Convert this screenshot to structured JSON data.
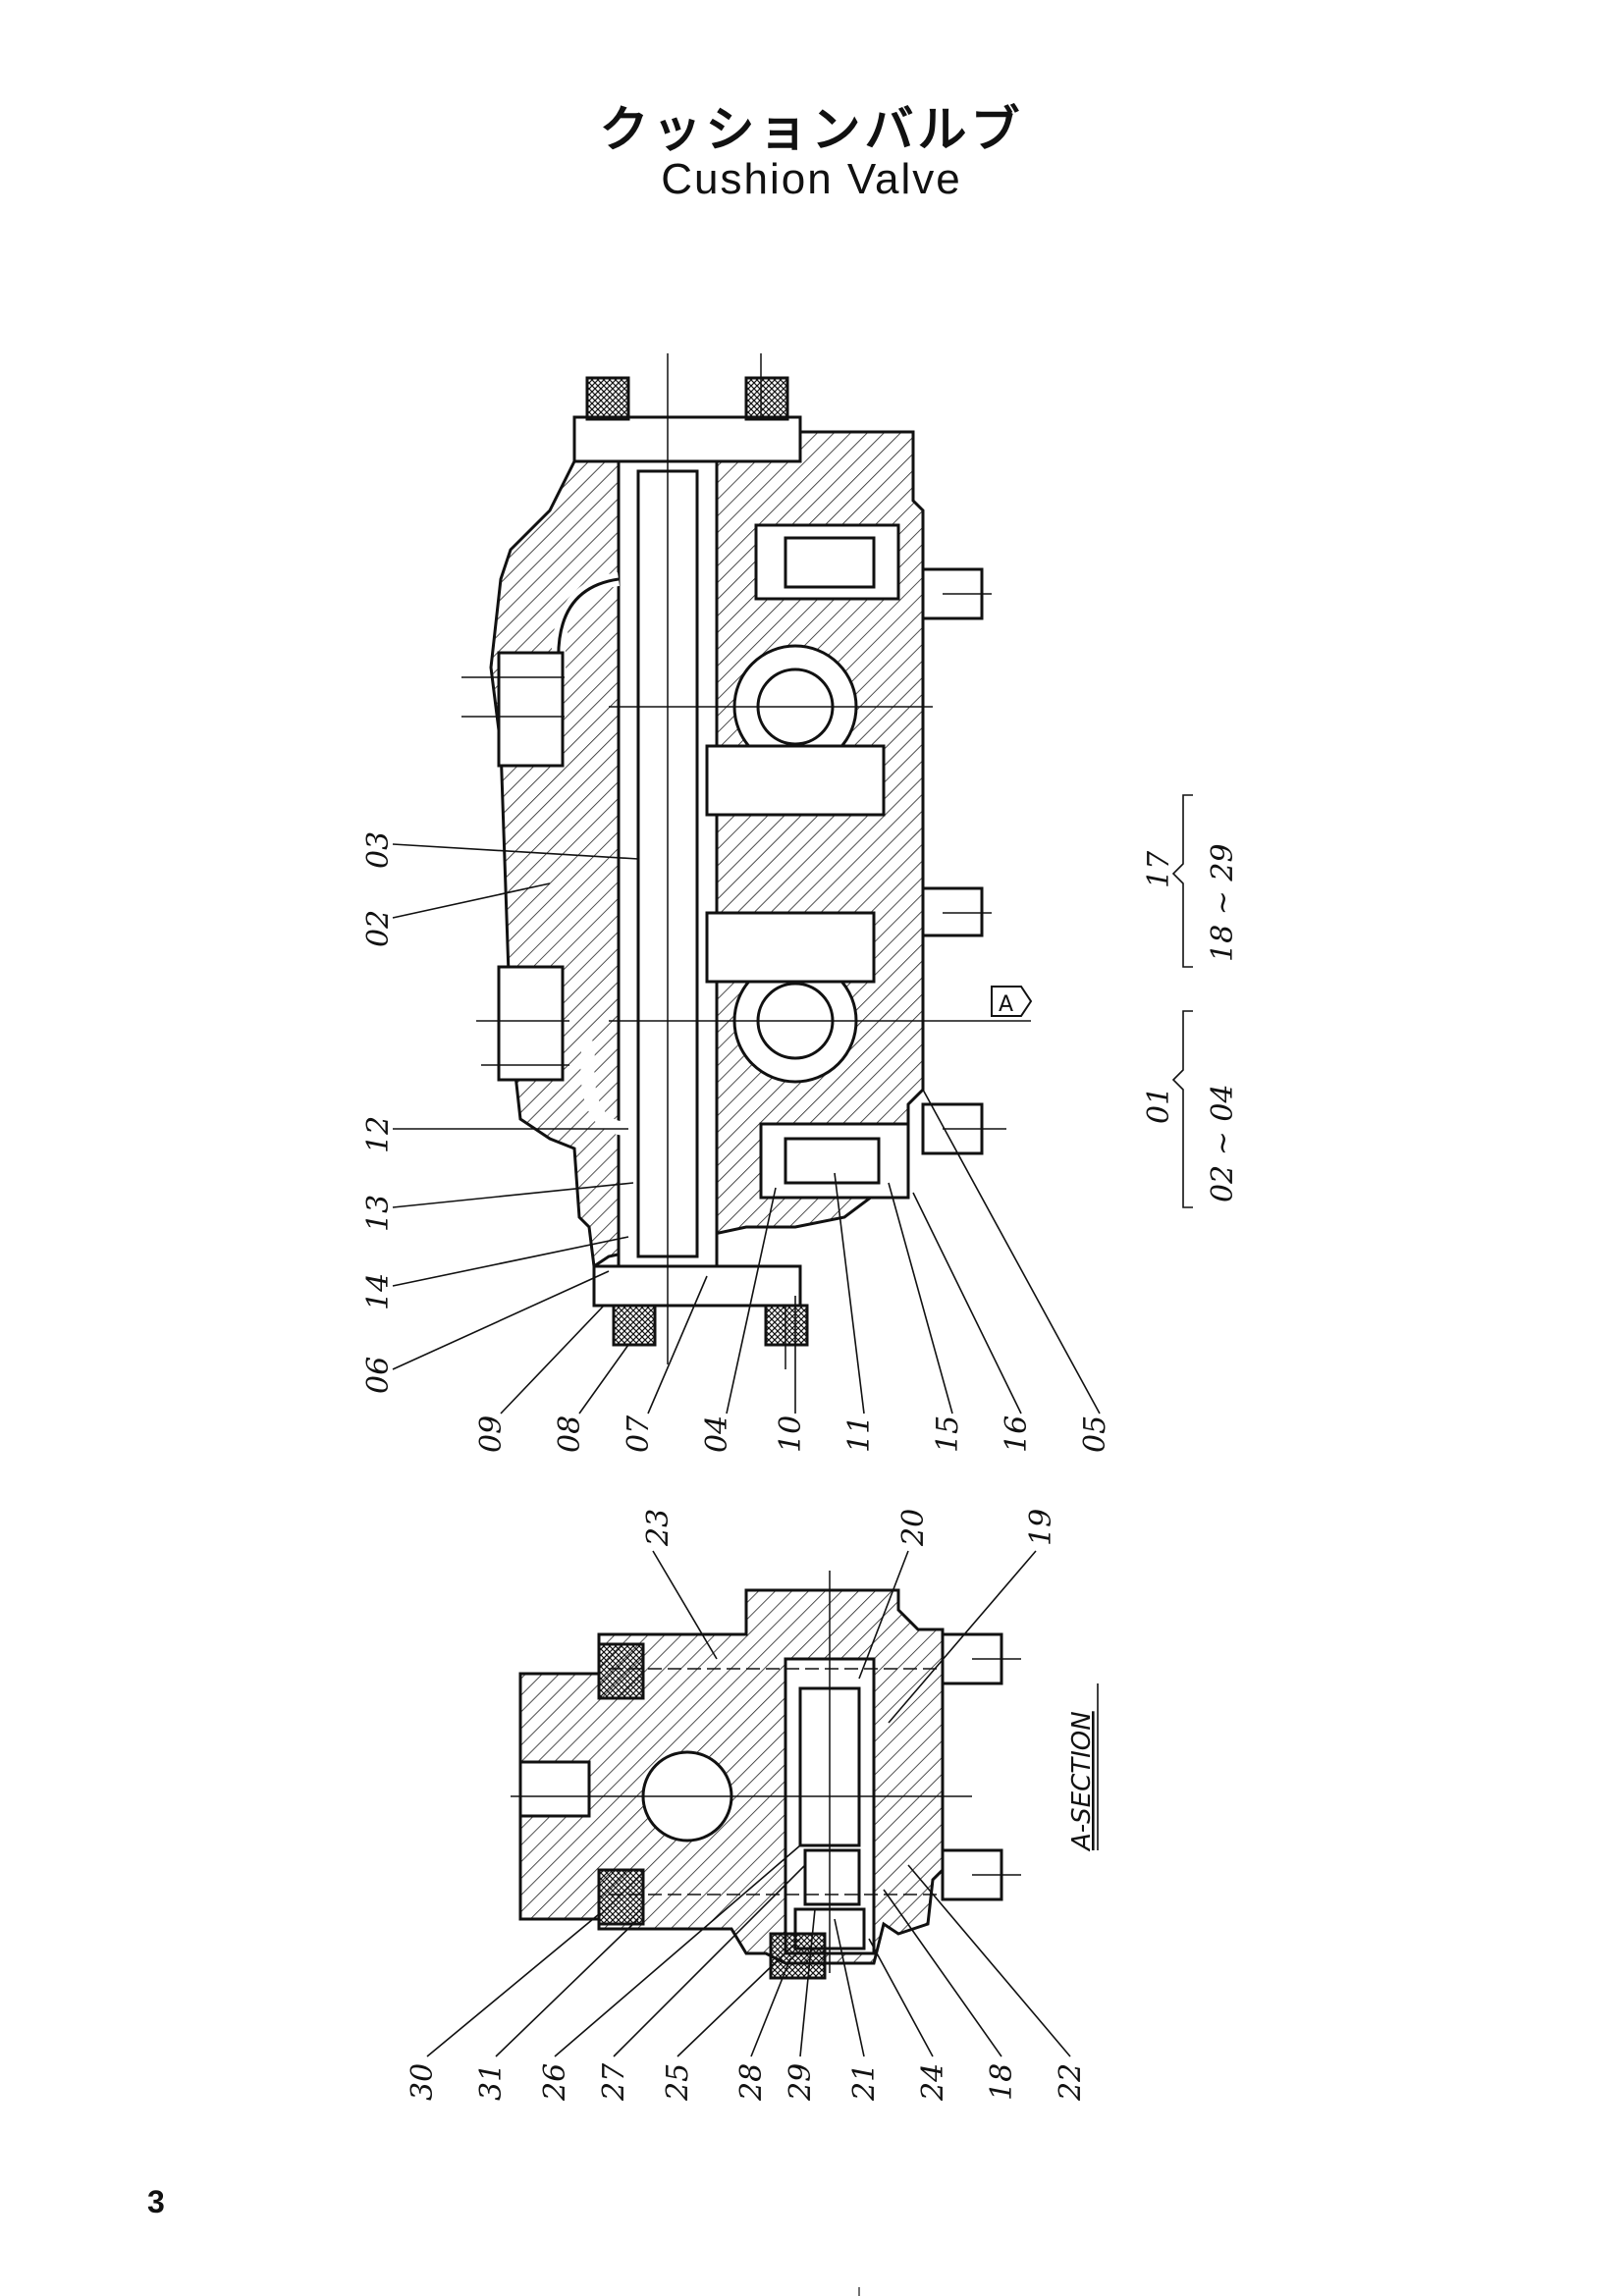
{
  "title": {
    "japanese": "クッションバルブ",
    "english": "Cushion Valve"
  },
  "page_number": "3",
  "section_view_label": "A-SECTION",
  "section_marker": "A",
  "main_view": {
    "callouts": [
      "02",
      "03",
      "12",
      "13",
      "14",
      "06",
      "09",
      "08",
      "07",
      "04",
      "10",
      "11",
      "15",
      "16",
      "05"
    ],
    "groups": [
      {
        "assembly": "01",
        "range": "02 ~ 04"
      },
      {
        "assembly": "17",
        "range": "18 ~ 29"
      }
    ]
  },
  "section_view": {
    "callouts_top": [
      "23",
      "20",
      "19"
    ],
    "callouts_bottom": [
      "30",
      "31",
      "26",
      "27",
      "25",
      "28",
      "29",
      "21",
      "24",
      "18",
      "22"
    ]
  }
}
